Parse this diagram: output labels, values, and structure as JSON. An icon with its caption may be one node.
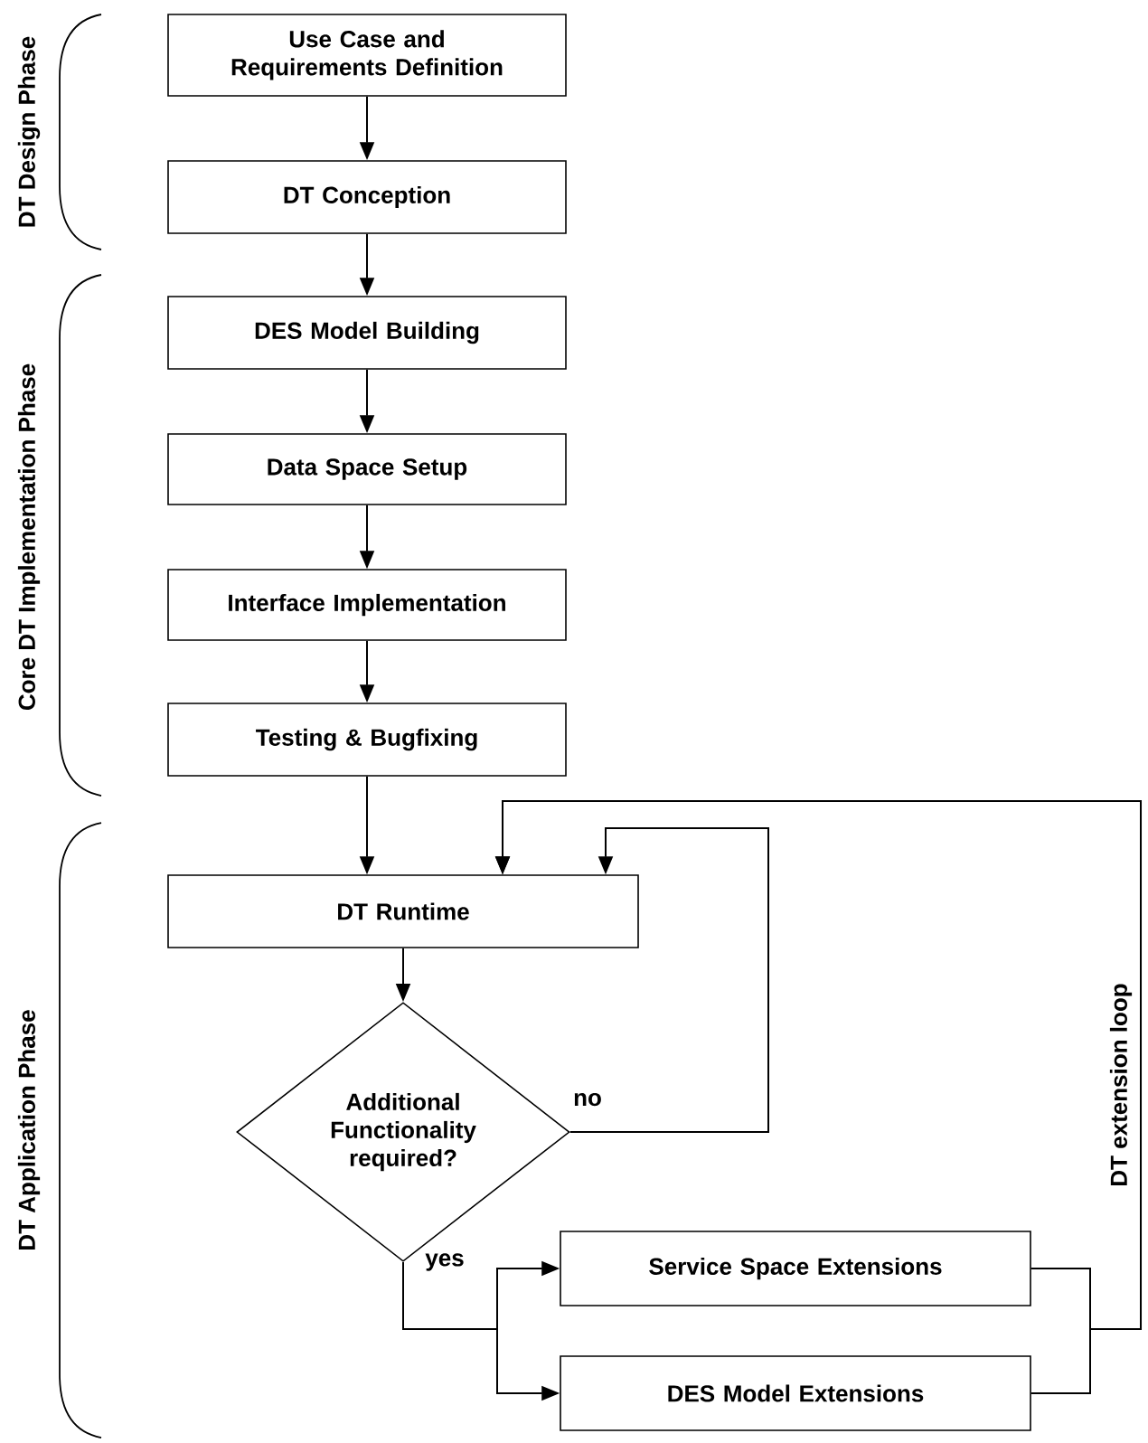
{
  "diagram": {
    "nodes": [
      {
        "text": [
          "Use Case and Requirements Definition"
        ]
      },
      {
        "text": [
          "DT Conception"
        ]
      },
      {
        "text": [
          "DES Model Building"
        ]
      },
      {
        "text": [
          "Data Space Setup"
        ]
      },
      {
        "text": [
          "Interface Implementation"
        ]
      },
      {
        "text": [
          "Testing & Bugfixing"
        ]
      },
      {
        "text": [
          "DT Runtime"
        ]
      },
      {
        "text": [
          "Additional Functionality required?"
        ]
      },
      {
        "text": [
          "Service Space Extensions"
        ]
      },
      {
        "text": [
          "DES Model Extensions"
        ]
      }
    ],
    "edges": [
      {
        "from": 0,
        "to": 1,
        "arrow": "to"
      },
      {
        "from": 1,
        "to": 2,
        "arrow": "to"
      },
      {
        "from": 2,
        "to": 3,
        "arrow": "to"
      },
      {
        "from": 3,
        "to": 4,
        "arrow": "to"
      },
      {
        "from": 4,
        "to": 5,
        "arrow": "to"
      },
      {
        "from": 5,
        "to": 6,
        "arrow": "to"
      },
      {
        "from": 6,
        "to": 7,
        "arrow": "to"
      },
      {
        "from": 7,
        "to": 6,
        "arrow": "to",
        "label": "no"
      },
      {
        "from": 7,
        "to": 8,
        "arrow": "to",
        "label": "yes"
      },
      {
        "from": 7,
        "to": 9,
        "arrow": "to"
      },
      {
        "from": 8,
        "to": 6,
        "arrow": "to"
      },
      {
        "from": 9,
        "to": 6,
        "arrow": "to"
      }
    ],
    "labels": [
      "DT Design Phase",
      "Core DT Implementation Phase",
      "DT Application Phase",
      "DT extension loop"
    ]
  }
}
